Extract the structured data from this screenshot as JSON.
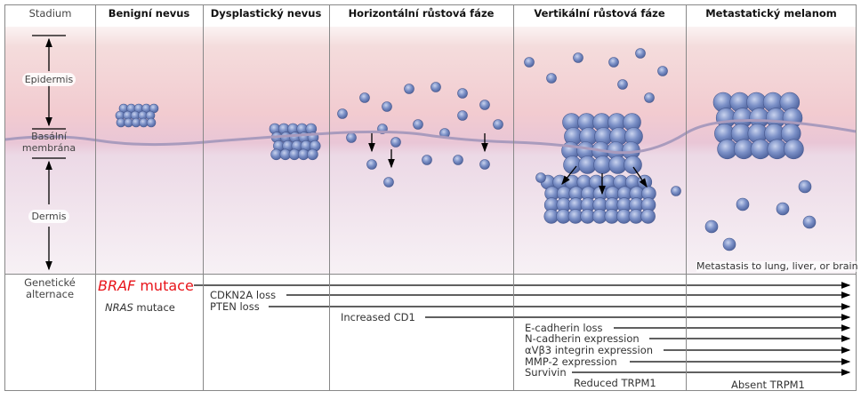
{
  "header": {
    "stage_label": "Stadium",
    "columns": [
      "Benigní nevus",
      "Dysplastický nevus",
      "Horizontální růstová fáze",
      "Vertikální růstová fáze",
      "Metastatický melanom"
    ]
  },
  "layers": {
    "epidermis": "Epidermis",
    "basal_line1": "Basální",
    "basal_line2": "membrána",
    "dermis": "Dermis"
  },
  "metastasis_caption": "Metastasis to lung, liver, or brain",
  "genetic": {
    "row_label_line1": "Genetické",
    "row_label_line2": "alternace",
    "braf_gene": "BRAF",
    "braf_suffix": " mutace",
    "nras_gene": "NRAS",
    "nras_suffix": " mutace",
    "items": [
      "CDKN2A loss",
      "PTEN loss",
      "Increased CD1",
      "E-cadherin loss",
      "N-cadherin expression",
      "αVβ3 integrin expression",
      "MMP-2 expression",
      "Survivin"
    ],
    "reduced_trpm1": "Reduced TRPM1",
    "absent_trpm1": "Absent TRPM1"
  },
  "colors": {
    "braf": "#e8141a",
    "cell": "#6f86c0",
    "epidermis": "#f3cfd3",
    "dermis": "#f1e4ee"
  }
}
